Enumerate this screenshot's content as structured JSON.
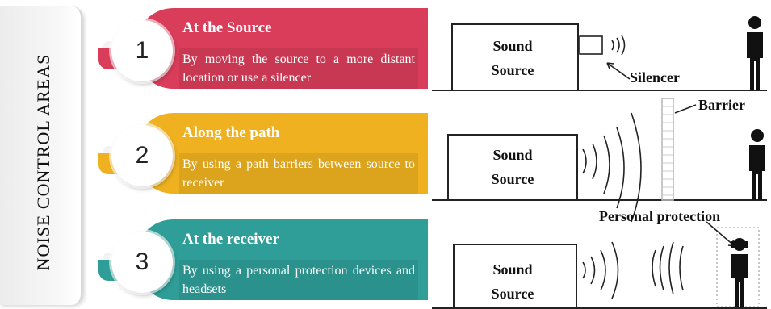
{
  "side_title": "NOISE CONTROL AREAS",
  "steps": [
    {
      "number": "1",
      "heading": "At the Source",
      "description": "By moving the source to a more distant location or use a silencer"
    },
    {
      "number": "2",
      "heading": "Along the path",
      "description": "By using a path barriers between source to receiver"
    },
    {
      "number": "3",
      "heading": "At the receiver",
      "description": "By using a personal protection devices and headsets"
    }
  ],
  "illustrations": {
    "sound_source_line1": "Sound",
    "sound_source_line2": "Source",
    "silencer_label": "Silencer",
    "barrier_label": "Barrier",
    "personal_protection_label": "Personal protection"
  },
  "colors": {
    "step1": "#d93d5a",
    "step2": "#efb11f",
    "step3": "#2f9e98"
  }
}
